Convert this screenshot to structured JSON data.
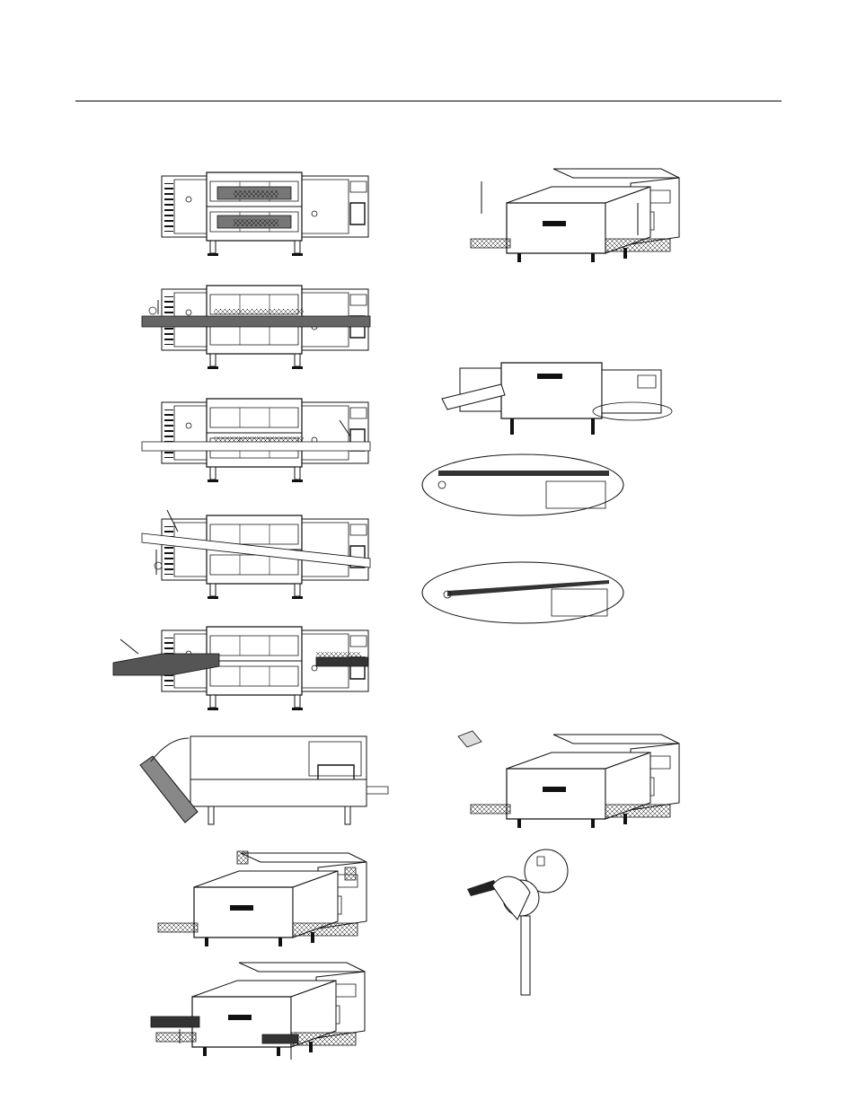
{
  "page": {
    "background": "#ffffff",
    "ink": "#111111",
    "panel_fill": "#555555",
    "light_fill": "#e6e6e6"
  },
  "figures": {
    "left": [
      {
        "id": "L1",
        "icon": "oven-front-belt-splice-icon"
      },
      {
        "id": "L2",
        "icon": "oven-front-conveyor-insert-icon"
      },
      {
        "id": "L3",
        "icon": "oven-front-conveyor-seated-icon"
      },
      {
        "id": "L4",
        "icon": "oven-front-conveyor-tilt-icon"
      },
      {
        "id": "L5",
        "icon": "oven-front-extension-tray-icon"
      },
      {
        "id": "L6",
        "icon": "end-panel-install-icon"
      },
      {
        "id": "L7",
        "icon": "oven-iso-end-plugs-icon"
      },
      {
        "id": "L8",
        "icon": "oven-iso-crumb-trays-icon"
      }
    ],
    "right": [
      {
        "id": "R1",
        "icon": "oven-iso-trays-install-icon"
      },
      {
        "id": "R2",
        "icon": "oven-side-shelf-icon"
      },
      {
        "id": "R3",
        "icon": "detail-bracket-level-icon"
      },
      {
        "id": "R4",
        "icon": "detail-bracket-tilted-icon"
      },
      {
        "id": "R5",
        "icon": "oven-iso-complete-icon"
      },
      {
        "id": "R6",
        "icon": "power-switch-hand-icon"
      }
    ]
  }
}
